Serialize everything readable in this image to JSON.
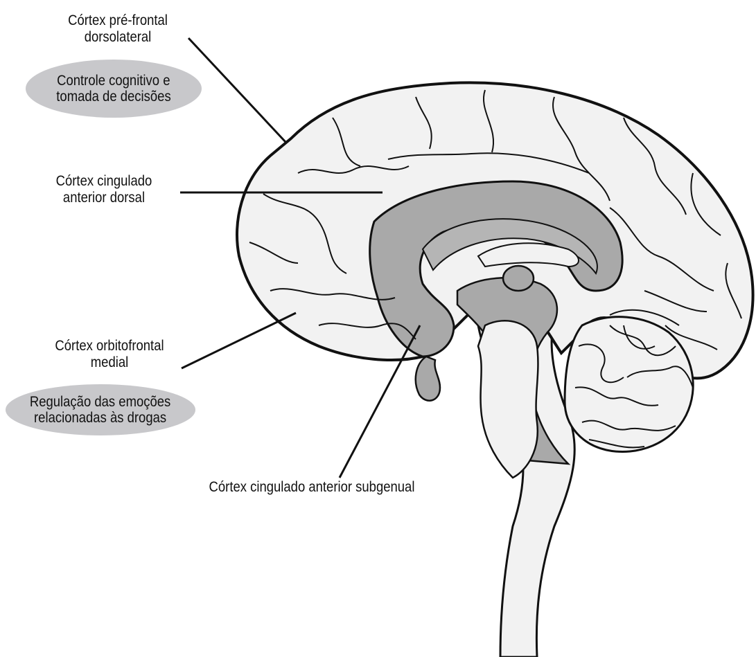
{
  "labels": {
    "dlpfc": {
      "line1": "Córtex pré-frontal",
      "line2": "dorsolateral"
    },
    "dlpfc_function": {
      "line1": "Controle cognitivo e",
      "line2": "tomada de decisões"
    },
    "dacc": {
      "line1": "Córtex cingulado",
      "line2": "anterior dorsal"
    },
    "mofc": {
      "line1": "Córtex orbitofrontal",
      "line2": "medial"
    },
    "mofc_function": {
      "line1": "Regulação das emoções",
      "line2": "relacionadas às drogas"
    },
    "sgacc": {
      "line1": "Córtex cingulado anterior subgenual"
    }
  },
  "colors": {
    "outline": "#111111",
    "brain_fill": "#f2f2f2",
    "deep_structures": "#a9a9a9",
    "oval_fill": "#c8c8cb"
  }
}
